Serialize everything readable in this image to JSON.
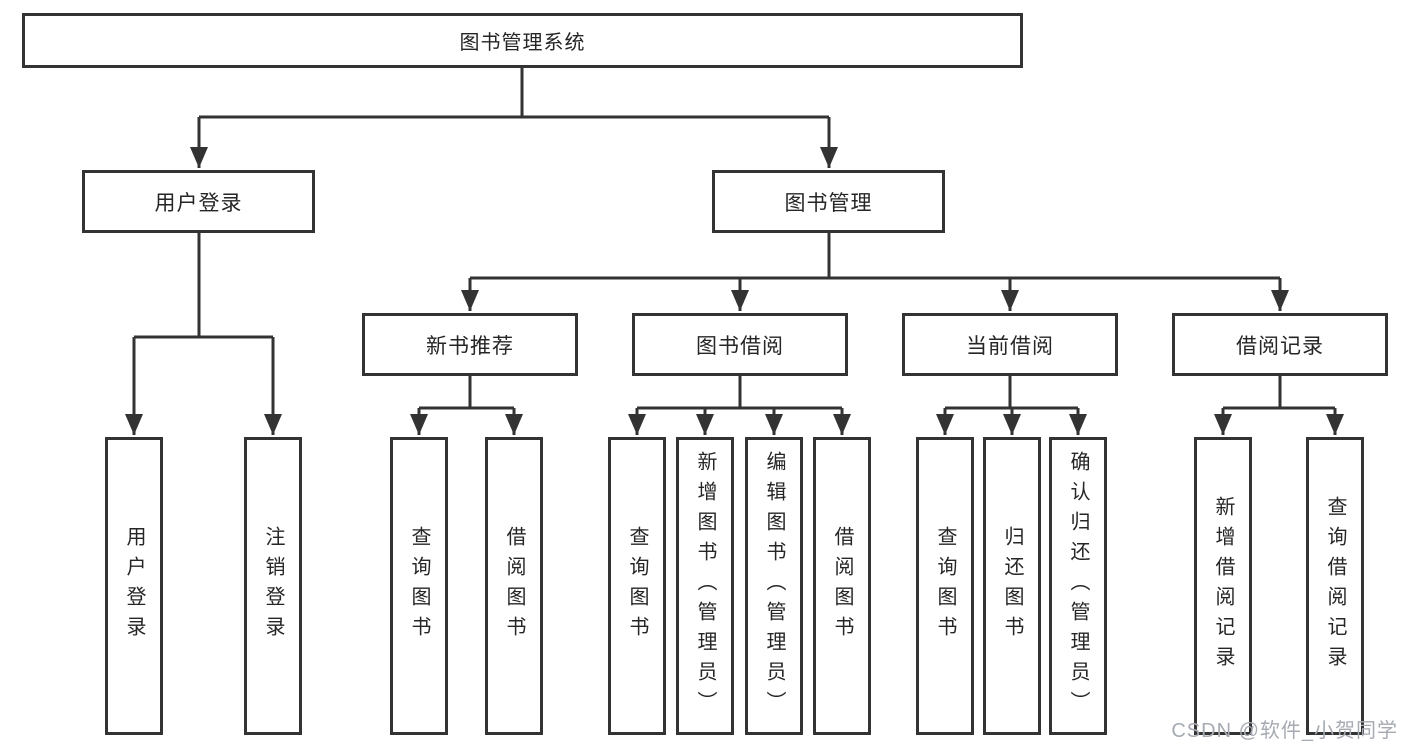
{
  "tree": {
    "label": "图书管理系统",
    "children": [
      {
        "label": "用户登录",
        "children": [
          {
            "label": "用户登录"
          },
          {
            "label": "注销登录"
          }
        ]
      },
      {
        "label": "图书管理",
        "children": [
          {
            "label": "新书推荐",
            "children": [
              {
                "label": "查询图书"
              },
              {
                "label": "借阅图书"
              }
            ]
          },
          {
            "label": "图书借阅",
            "children": [
              {
                "label": "查询图书"
              },
              {
                "label": "新增图书（管理员）"
              },
              {
                "label": "编辑图书（管理员）"
              },
              {
                "label": "借阅图书"
              }
            ]
          },
          {
            "label": "当前借阅",
            "children": [
              {
                "label": "查询图书"
              },
              {
                "label": "归还图书"
              },
              {
                "label": "确认归还（管理员）"
              }
            ]
          },
          {
            "label": "借阅记录",
            "children": [
              {
                "label": "新增借阅记录"
              },
              {
                "label": "查询借阅记录"
              }
            ]
          }
        ]
      }
    ]
  },
  "watermark": {
    "text": "CSDN @软件_小贺同学"
  },
  "colors": {
    "line": "#333333",
    "box_border": "#333333",
    "text": "#262626",
    "watermark": "#a6aab2",
    "background": "#ffffff"
  }
}
